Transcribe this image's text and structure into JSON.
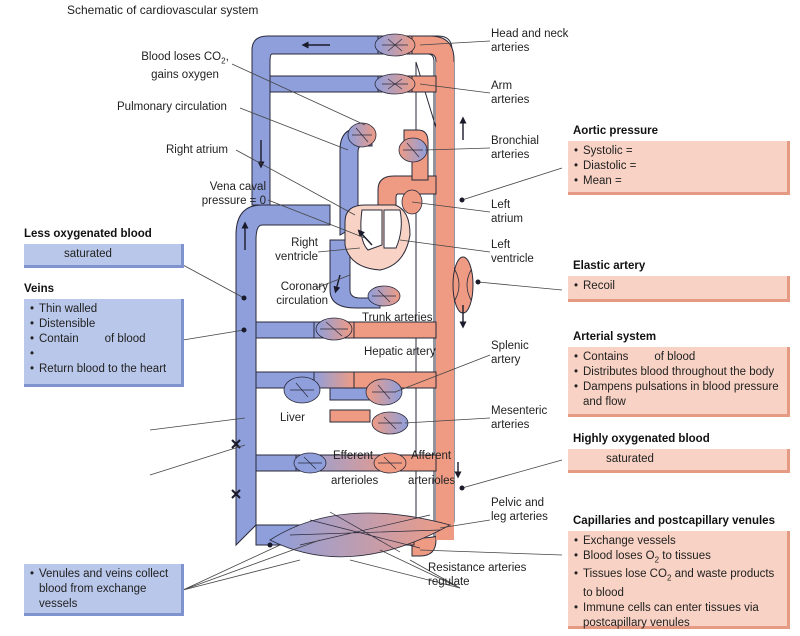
{
  "title": "Schematic of cardiovascular system",
  "labels": {
    "head_neck": [
      "Head and neck",
      "arteries"
    ],
    "arm": [
      "Arm",
      "arteries"
    ],
    "bronchial": [
      "Bronchial",
      "arteries"
    ],
    "left_atrium": [
      "Left",
      "atrium"
    ],
    "left_ventricle": [
      "Left",
      "ventricle"
    ],
    "blood_loses_line1": "Blood loses CO",
    "blood_loses_sub": "2",
    "blood_loses_line1_end": ",",
    "blood_loses_line2": "gains oxygen",
    "pulmonary": "Pulmonary circulation",
    "right_atrium": "Right atrium",
    "vena_caval": [
      "Vena caval",
      "pressure = 0"
    ],
    "right_ventricle": [
      "Right",
      "ventricle"
    ],
    "coronary": [
      "Coronary",
      "circulation"
    ],
    "trunk": "Trunk arteries",
    "hepatic": "Hepatic artery",
    "splenic": [
      "Splenic",
      "artery"
    ],
    "liver": "Liver",
    "mesenteric": [
      "Mesenteric",
      "arteries"
    ],
    "efferent": "Efferent",
    "afferent": "Afferent",
    "arterioles_left": "arterioles",
    "arterioles_right": "arterioles",
    "pelvic": [
      "Pelvic and",
      "leg arteries"
    ],
    "resistance": [
      "Resistance arteries",
      "regulate"
    ]
  },
  "panels": {
    "less_oxy": {
      "heading": "Less oxygenated blood",
      "text": "saturated"
    },
    "veins": {
      "heading": "Veins",
      "items": [
        "Thin walled",
        "Distensible",
        "Contain",
        "of blood",
        "",
        "Return blood to the heart"
      ]
    },
    "venules": {
      "text": "Venules and veins collect blood from exchange vessels"
    },
    "aortic": {
      "heading": "Aortic pressure",
      "items": [
        "Systolic =",
        "Diastolic =",
        "Mean ="
      ]
    },
    "elastic": {
      "heading": "Elastic artery",
      "items": [
        "Recoil"
      ]
    },
    "arterial": {
      "heading": "Arterial system",
      "items": [
        "Contains",
        "of blood",
        "Distributes blood throughout the body",
        "Dampens pulsations in blood pressure and flow"
      ]
    },
    "high_oxy": {
      "heading": "Highly oxygenated blood",
      "text": "saturated"
    },
    "capillaries": {
      "heading": "Capillaries and postcapillary venules",
      "item1": "Exchange vessels",
      "item2_a": "Blood loses O",
      "item2_sub": "2",
      "item2_b": " to tissues",
      "item3_a": "Tissues lose CO",
      "item3_sub": "2",
      "item3_b": " and waste products to blood",
      "item4": "Immune cells can enter tissues via postcapillary venules"
    }
  },
  "colors": {
    "vein": "#8e9fdc",
    "vein_light": "#b9c7ea",
    "artery": "#ef9b84",
    "artery_light": "#f8d2c4",
    "outline": "#2a2a3a"
  }
}
